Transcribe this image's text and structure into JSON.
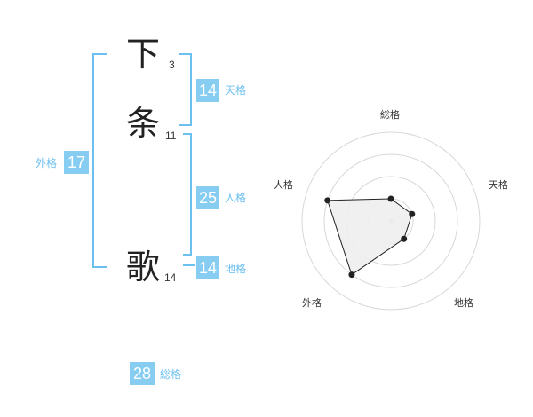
{
  "characters": [
    {
      "char": "下",
      "strokes": "3"
    },
    {
      "char": "条",
      "strokes": "11"
    },
    {
      "char": "歌",
      "strokes": "14"
    }
  ],
  "fortunes": {
    "tenkaku": {
      "value": "14",
      "label": "天格"
    },
    "jinkaku": {
      "value": "25",
      "label": "人格"
    },
    "chikaku": {
      "value": "14",
      "label": "地格"
    },
    "gaikaku": {
      "value": "17",
      "label": "外格"
    },
    "soukaku": {
      "value": "28",
      "label": "総格"
    }
  },
  "radar": {
    "axes": [
      "総格",
      "天格",
      "地格",
      "外格",
      "人格"
    ],
    "levels": 4,
    "max": 4,
    "values": [
      1,
      1,
      1,
      3,
      3
    ]
  },
  "colors": {
    "accent": "#87cdf2",
    "bracket": "#6cc0ef",
    "grid": "#d8d8d8",
    "fill": "#eeeeee",
    "line": "#222222"
  }
}
